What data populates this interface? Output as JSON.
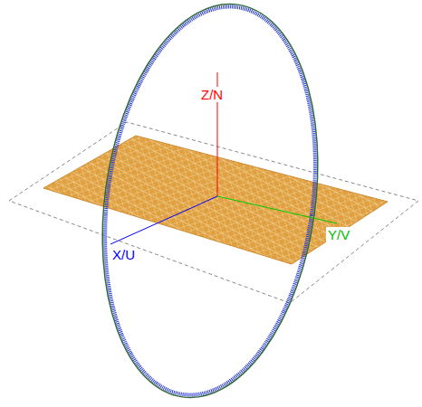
{
  "diagram": {
    "labels": [
      "Z/N",
      "X/U",
      "Y/V"
    ]
  }
}
